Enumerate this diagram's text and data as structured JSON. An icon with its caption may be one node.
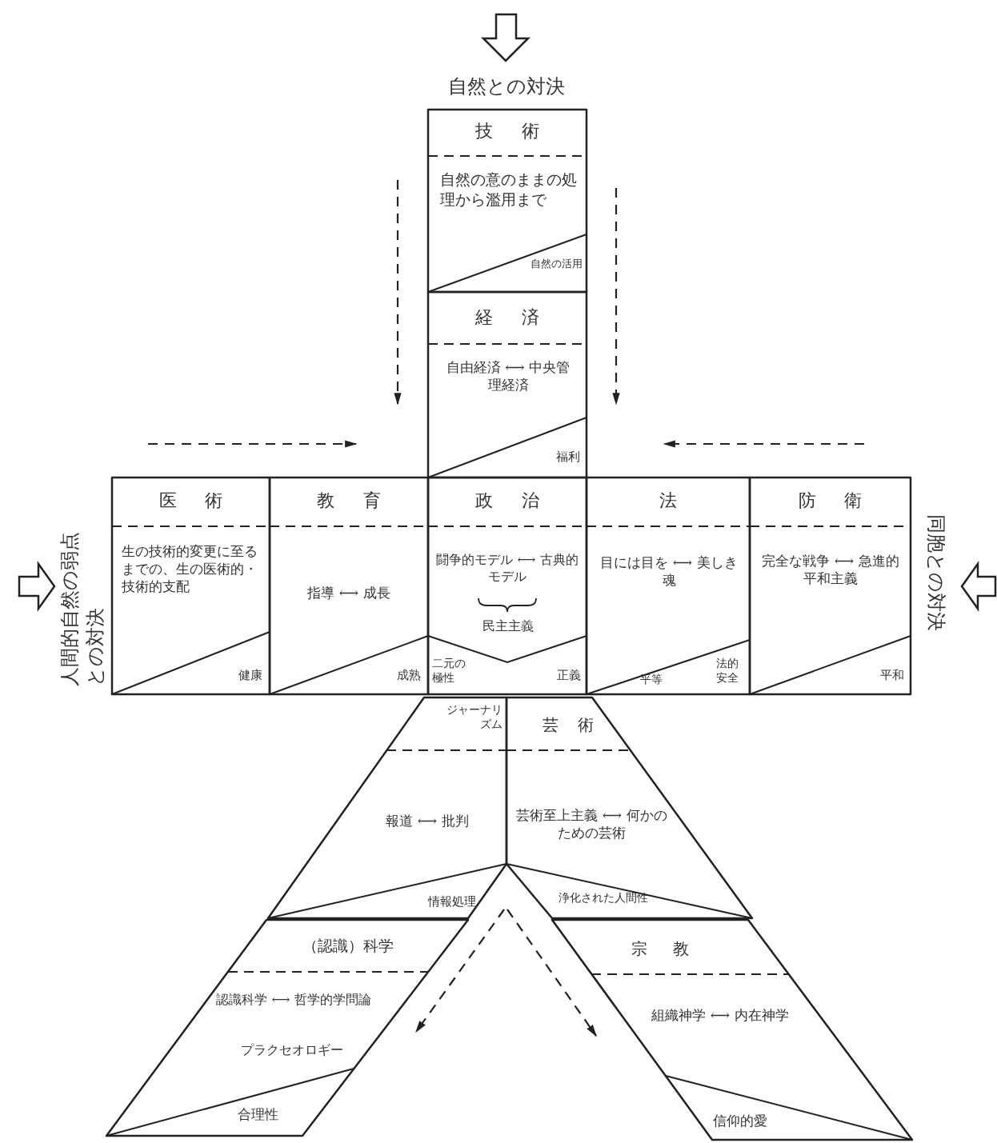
{
  "diagram": {
    "nodes": [
      {
        "text": [
          "技術",
          "自然の意のままの処理から濫用まで",
          "自然の活用"
        ],
        "beside": [
          "自然との対決"
        ]
      },
      {
        "text": [
          "経済",
          "自由経済 ⟷ 中央管理経済",
          "福利"
        ]
      },
      {
        "text": [
          "医術",
          "生の技術的変更に至るまでの、生の医術的・技術的支配",
          "健康"
        ],
        "beside": [
          "人間的自然の弱点との対決"
        ]
      },
      {
        "text": [
          "教育",
          "指導 ⟷ 成長",
          "成熟"
        ]
      },
      {
        "text": [
          "政治",
          "闘争的モデル ⟷ 古典的モデル",
          "民主主義",
          "二元の極性",
          "正義"
        ]
      },
      {
        "text": [
          "法",
          "目には目を ⟷ 美しき魂",
          "平等",
          "法的安全"
        ]
      },
      {
        "text": [
          "防衛",
          "完全な戦争 ⟷ 急進的平和主義",
          "平和"
        ],
        "beside": [
          "同胞との対決"
        ]
      },
      {
        "text": [
          "ジャーナリズム",
          "報道 ⟷ 批判",
          "情報処理"
        ]
      },
      {
        "text": [
          "芸術",
          "芸術至上主義 ⟷ 何かのための芸術",
          "浄化された人間性"
        ]
      },
      {
        "text": [
          "（認識）科学",
          "認識科学 ⟷ 哲学的学問論",
          "プラクセオロギー",
          "合理性"
        ]
      },
      {
        "text": [
          "宗教",
          "組織神学 ⟷ 内在神学",
          "信仰的愛"
        ]
      }
    ]
  }
}
